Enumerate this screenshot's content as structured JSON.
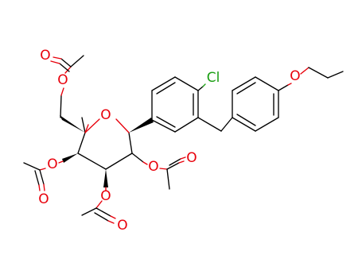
{
  "atoms": {
    "o_ring": "O",
    "o_ch2": "O",
    "o_acetyl_top": "O",
    "o_c4": "O",
    "o_c4_carbonyl": "O",
    "o_c3": "O",
    "o_c3_carbonyl": "O",
    "o_c2": "O",
    "o_c2_carbonyl": "O",
    "o_ethoxy": "O",
    "cl": "Cl"
  },
  "colors": {
    "oxygen": "#e8000b",
    "chlorine": "#1a9e12",
    "carbon": "#000000"
  }
}
